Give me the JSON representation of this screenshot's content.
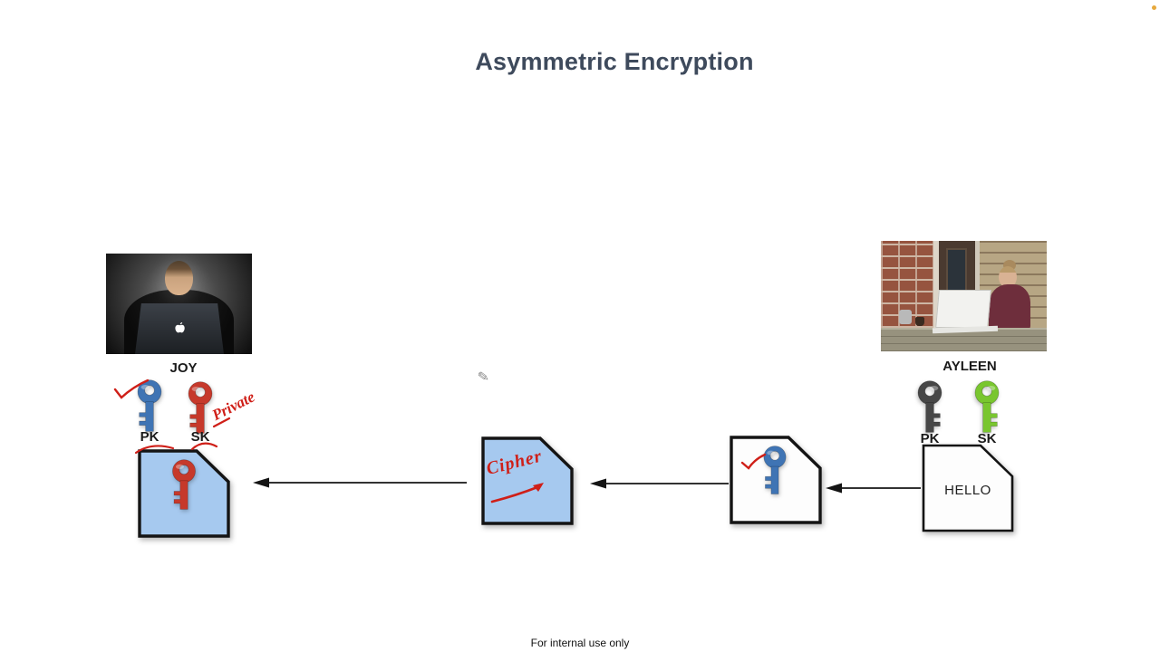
{
  "page": {
    "title": "Asymmetric Encryption",
    "footer": "For internal use only"
  },
  "colors": {
    "title_text": "#3e4a5c",
    "annotation_red": "#cf1f18",
    "doc_blue_fill": "#a6c9ef",
    "doc_white_fill": "#fdfdfd",
    "doc_border": "#141414",
    "arrow_black": "#141414",
    "record_dot": "#e7a93e"
  },
  "joy": {
    "name": "JOY",
    "keys": [
      {
        "label": "PK",
        "color": "#3f74b4"
      },
      {
        "label": "SK",
        "color": "#c6392b"
      }
    ],
    "annotation_private": "Private"
  },
  "ayleen": {
    "name": "AYLEEN",
    "keys": [
      {
        "label": "PK",
        "color": "#474747"
      },
      {
        "label": "SK",
        "color": "#79c62f"
      }
    ]
  },
  "flow": {
    "cipher_doc_text": "Cipher",
    "message_doc_text": "HELLO",
    "received_doc_key_color": "#c6392b",
    "encrypted_key_color": "#3f74b4"
  }
}
